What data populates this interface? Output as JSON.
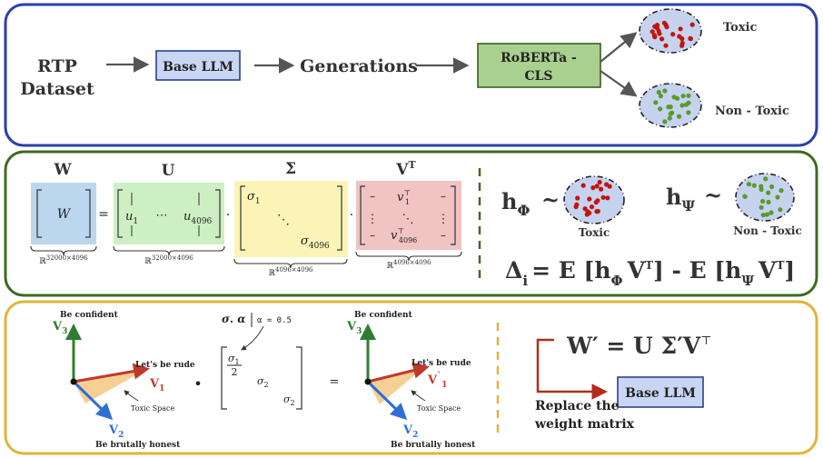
{
  "colors": {
    "panel1_border": "#2b3fae",
    "panel2_border": "#3d6b22",
    "panel3_border": "#e0b43a",
    "llm_box_fill": "#c9d6f3",
    "llm_box_border": "#2a3f8f",
    "roberta_fill": "#a9d08e",
    "toxic_dot": "#c0160d",
    "nontoxic_dot": "#5a9a2c",
    "cluster_fill": "#c5d3ef",
    "matrix_w_fill": "#bcd6ee",
    "matrix_u_fill": "#cdefc4",
    "matrix_sigma_fill": "#fbf4b6",
    "matrix_vt_fill": "#f1c3c3",
    "v1_arrow": "#c0392b",
    "v2_arrow": "#2e6fd6",
    "v3_arrow": "#2e7d32",
    "toxic_region": "#f6cf95"
  },
  "panel1": {
    "dataset_line1": "RTP",
    "dataset_line2": "Dataset",
    "base_llm": "Base LLM",
    "generations": "Generations",
    "classifier_line1": "RoBERTa -",
    "classifier_line2": "CLS",
    "toxic_label": "Toxic",
    "nontoxic_label": "Non - Toxic"
  },
  "panel2": {
    "heads": {
      "w": "W",
      "u": "U",
      "sigma": "Σ",
      "vt": "V",
      "vt_sup": "T"
    },
    "w_cell": "W",
    "equals": "=",
    "dot": "·",
    "u_col1": "u",
    "u_col1_sub": "1",
    "u_dots": "⋯",
    "u_col2": "u",
    "u_col2_sub": "4096",
    "sigma_first": "σ",
    "sigma_first_sub": "1",
    "sigma_dots": "⋱",
    "sigma_last": "σ",
    "sigma_last_sub": "4096",
    "vt_first": "v",
    "vt_first_sub": "1",
    "vt_first_sup": "⊤",
    "vt_vdots": "⋮",
    "vt_ddots": "⋱",
    "vt_last": "v",
    "vt_last_sub": "4096",
    "vt_last_sup": "⊤",
    "dash": "–",
    "dim_w": "ℝ",
    "dim_w_sup": "32000×4096",
    "dim_u": "ℝ",
    "dim_u_sup": "32000×4096",
    "dim_sigma": "ℝ",
    "dim_sigma_sup": "4096×4096",
    "dim_vt": "ℝ",
    "dim_vt_sup": "4096×4096",
    "h_phi": "h",
    "h_phi_sub": "Φ",
    "h_psi": "h",
    "h_psi_sub": "Ψ",
    "tilde": "~",
    "toxic_label": "Toxic",
    "nontoxic_label": "Non - Toxic",
    "delta": "Δ",
    "delta_sub": "i",
    "delta_eq": "= E [h",
    "delta_mid_v": "V",
    "delta_mid_sup": "T",
    "delta_minus": "] - E [h",
    "delta_end": "]"
  },
  "panel3": {
    "be_confident": "Be confident",
    "lets_be_rude": "Let's be rude",
    "be_brutally_honest": "Be brutally honest",
    "toxic_space": "Toxic Space",
    "v1": "V",
    "v1_sub": "1",
    "v1_prime": "V",
    "v1_prime_mark": "`",
    "v1_prime_sub": "1",
    "v2": "V",
    "v2_sub": "2",
    "v3": "V",
    "v3_sub": "3",
    "sigma_alpha": "σ. α",
    "alpha_eq": "α = 0.5",
    "frac_num": "σ",
    "frac_num_sub": "1",
    "frac_den": "2",
    "sig2": "σ",
    "sig2_sub": "2",
    "sig3": "σ",
    "sig3_sub": "2",
    "bullet": "•",
    "equals": "=",
    "formula": "W′ = U Σ′V",
    "formula_sup": "⊤",
    "base_llm": "Base LLM",
    "replace_line1": "Replace the",
    "replace_line2": "weight matrix"
  }
}
